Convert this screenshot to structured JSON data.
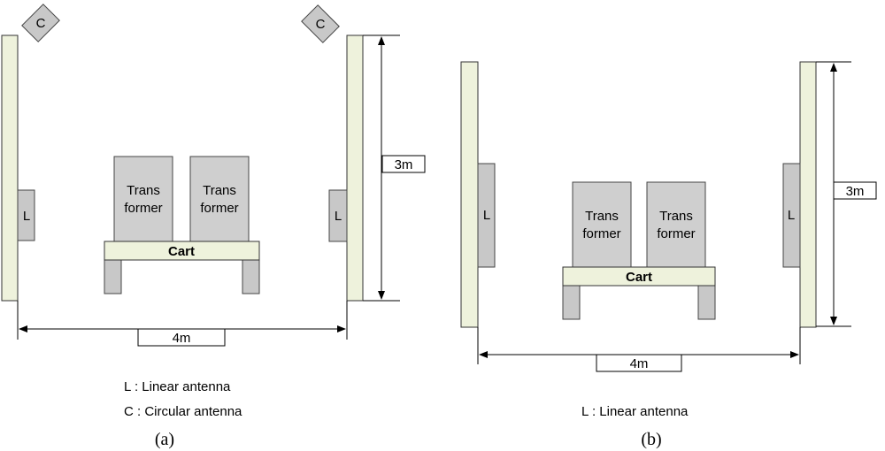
{
  "panel_a": {
    "caption": "(a)",
    "circular_label": "C",
    "linear_label": "L",
    "transformer_line1": "Trans",
    "transformer_line2": "former",
    "cart_label": "Cart",
    "height_label": "3m",
    "width_label": "4m",
    "legend_linear": "L : Linear antenna",
    "legend_circular": "C : Circular antenna"
  },
  "panel_b": {
    "caption": "(b)",
    "linear_label": "L",
    "transformer_line1": "Trans",
    "transformer_line2": "former",
    "cart_label": "Cart",
    "height_label": "3m",
    "width_label": "4m",
    "legend_linear": "L : Linear antenna"
  },
  "colors": {
    "wall_fill": "#eef2dc",
    "antenna_fill": "#c8c8c8",
    "outline": "#333333"
  }
}
